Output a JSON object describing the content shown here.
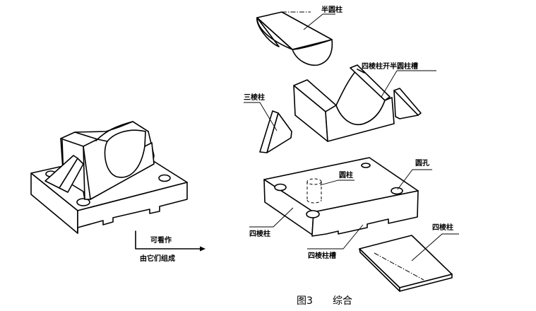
{
  "labels": {
    "half_cylinder": "半圆柱",
    "slot_prism": "四棱柱开半圆柱槽",
    "triangular_prism": "三棱柱",
    "cylinder": "圆柱",
    "round_hole": "圆孔",
    "base_prism": "四棱柱",
    "base_slot": "四棱柱槽",
    "plate_prism": "四棱柱",
    "note_line1": "可看作",
    "note_line2": "由它们组成"
  },
  "caption": {
    "figure_number": "图3",
    "title": "综合"
  }
}
